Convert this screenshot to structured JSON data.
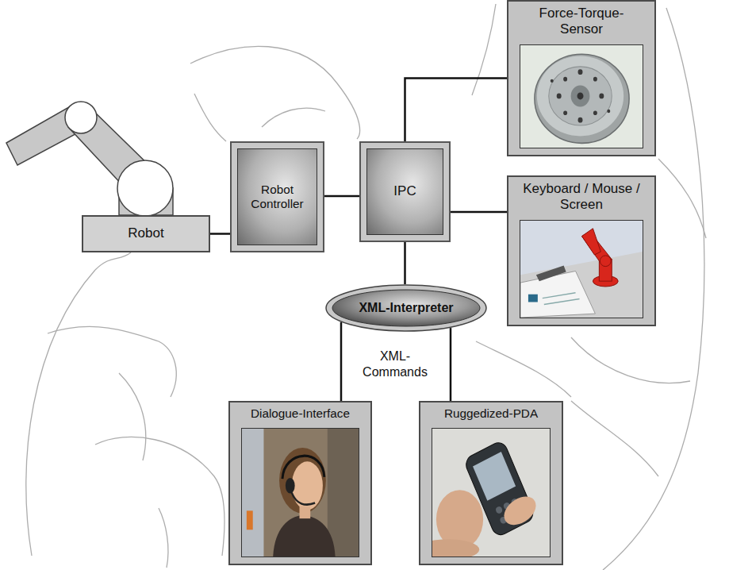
{
  "diagram": {
    "nodes": [
      {
        "text": [
          "Force-Torque-Sensor"
        ]
      },
      {
        "text": [
          "Robot Controller"
        ]
      },
      {
        "text": [
          "IPC"
        ]
      },
      {
        "text": [
          "Keyboard / Mouse / Screen"
        ]
      },
      {
        "text": [
          "Robot"
        ]
      },
      {
        "text": [
          "XML-Interpreter"
        ]
      },
      {
        "text": [
          "Dialogue-Interface"
        ]
      },
      {
        "text": [
          "Ruggedized-PDA"
        ]
      }
    ],
    "edges": [
      {
        "from": 4,
        "to": 1,
        "arrow": "none"
      },
      {
        "from": 1,
        "to": 2,
        "arrow": "none"
      },
      {
        "from": 2,
        "to": 0,
        "arrow": "none"
      },
      {
        "from": 2,
        "to": 3,
        "arrow": "none"
      },
      {
        "from": 2,
        "to": 5,
        "arrow": "none"
      },
      {
        "from": 5,
        "to": 6,
        "arrow": "none"
      },
      {
        "from": 5,
        "to": 7,
        "arrow": "none"
      }
    ],
    "labels": [
      "XML-Commands"
    ]
  }
}
